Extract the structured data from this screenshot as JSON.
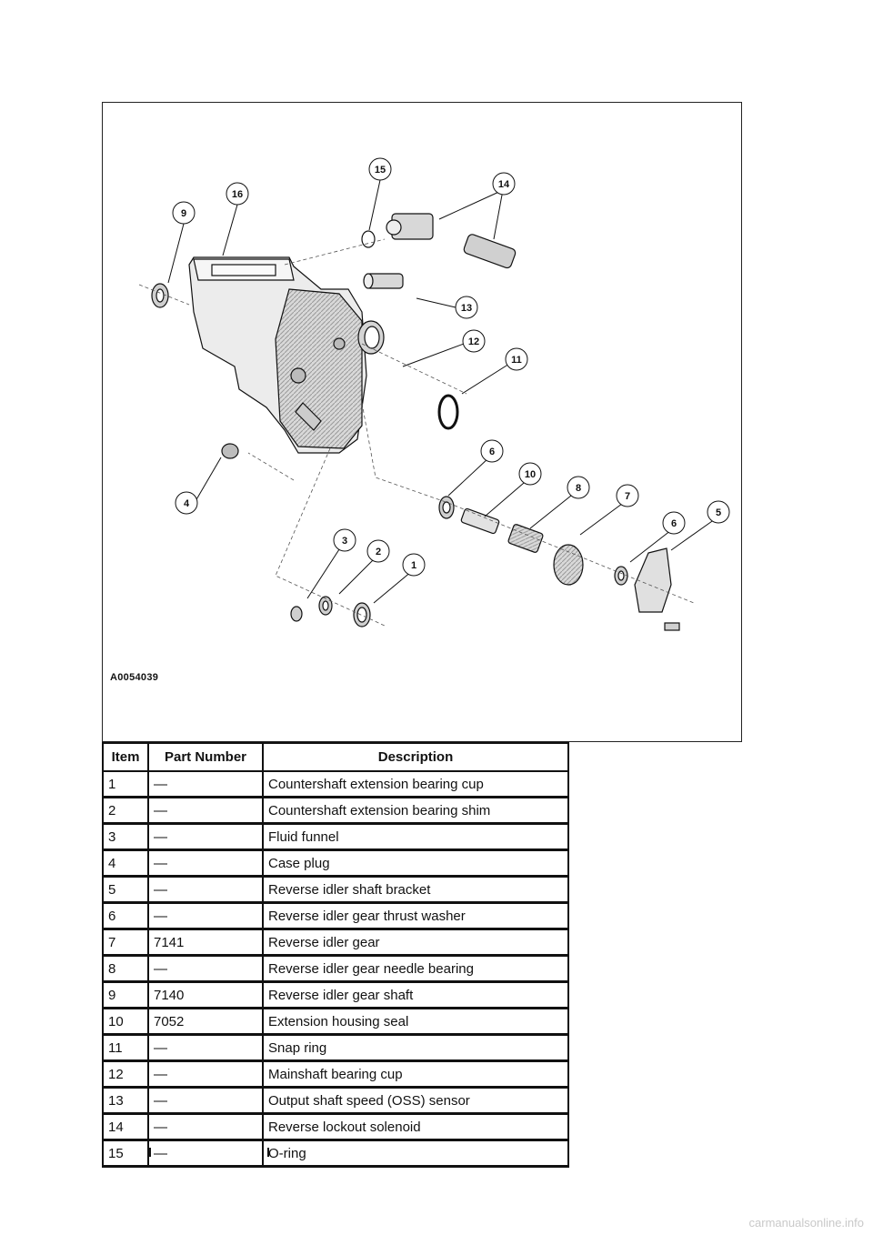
{
  "figure": {
    "id_label": "A0054039",
    "callouts": [
      "1",
      "2",
      "3",
      "4",
      "5",
      "6",
      "6",
      "7",
      "8",
      "9",
      "10",
      "11",
      "12",
      "13",
      "14",
      "15",
      "16"
    ]
  },
  "table": {
    "headers": [
      "Item",
      "Part Number",
      "Description"
    ],
    "rows": [
      [
        "1",
        "—",
        "Countershaft extension bearing cup"
      ],
      [
        "2",
        "—",
        "Countershaft extension bearing shim"
      ],
      [
        "3",
        "—",
        "Fluid funnel"
      ],
      [
        "4",
        "—",
        "Case plug"
      ],
      [
        "5",
        "—",
        "Reverse idler shaft bracket"
      ],
      [
        "6",
        "—",
        "Reverse idler gear thrust washer"
      ],
      [
        "7",
        "7141",
        "Reverse idler gear"
      ],
      [
        "8",
        "—",
        "Reverse idler gear needle bearing"
      ],
      [
        "9",
        "7140",
        "Reverse idler gear shaft"
      ],
      [
        "10",
        "7052",
        "Extension housing seal"
      ],
      [
        "11",
        "—",
        "Snap ring"
      ],
      [
        "12",
        "—",
        "Mainshaft bearing cup"
      ],
      [
        "13",
        "—",
        "Output shaft speed (OSS) sensor"
      ],
      [
        "14",
        "—",
        "Reverse lockout solenoid"
      ],
      [
        "15",
        "—",
        "O-ring"
      ]
    ]
  },
  "footer": {
    "watermark": "carmanualsonline.info"
  }
}
